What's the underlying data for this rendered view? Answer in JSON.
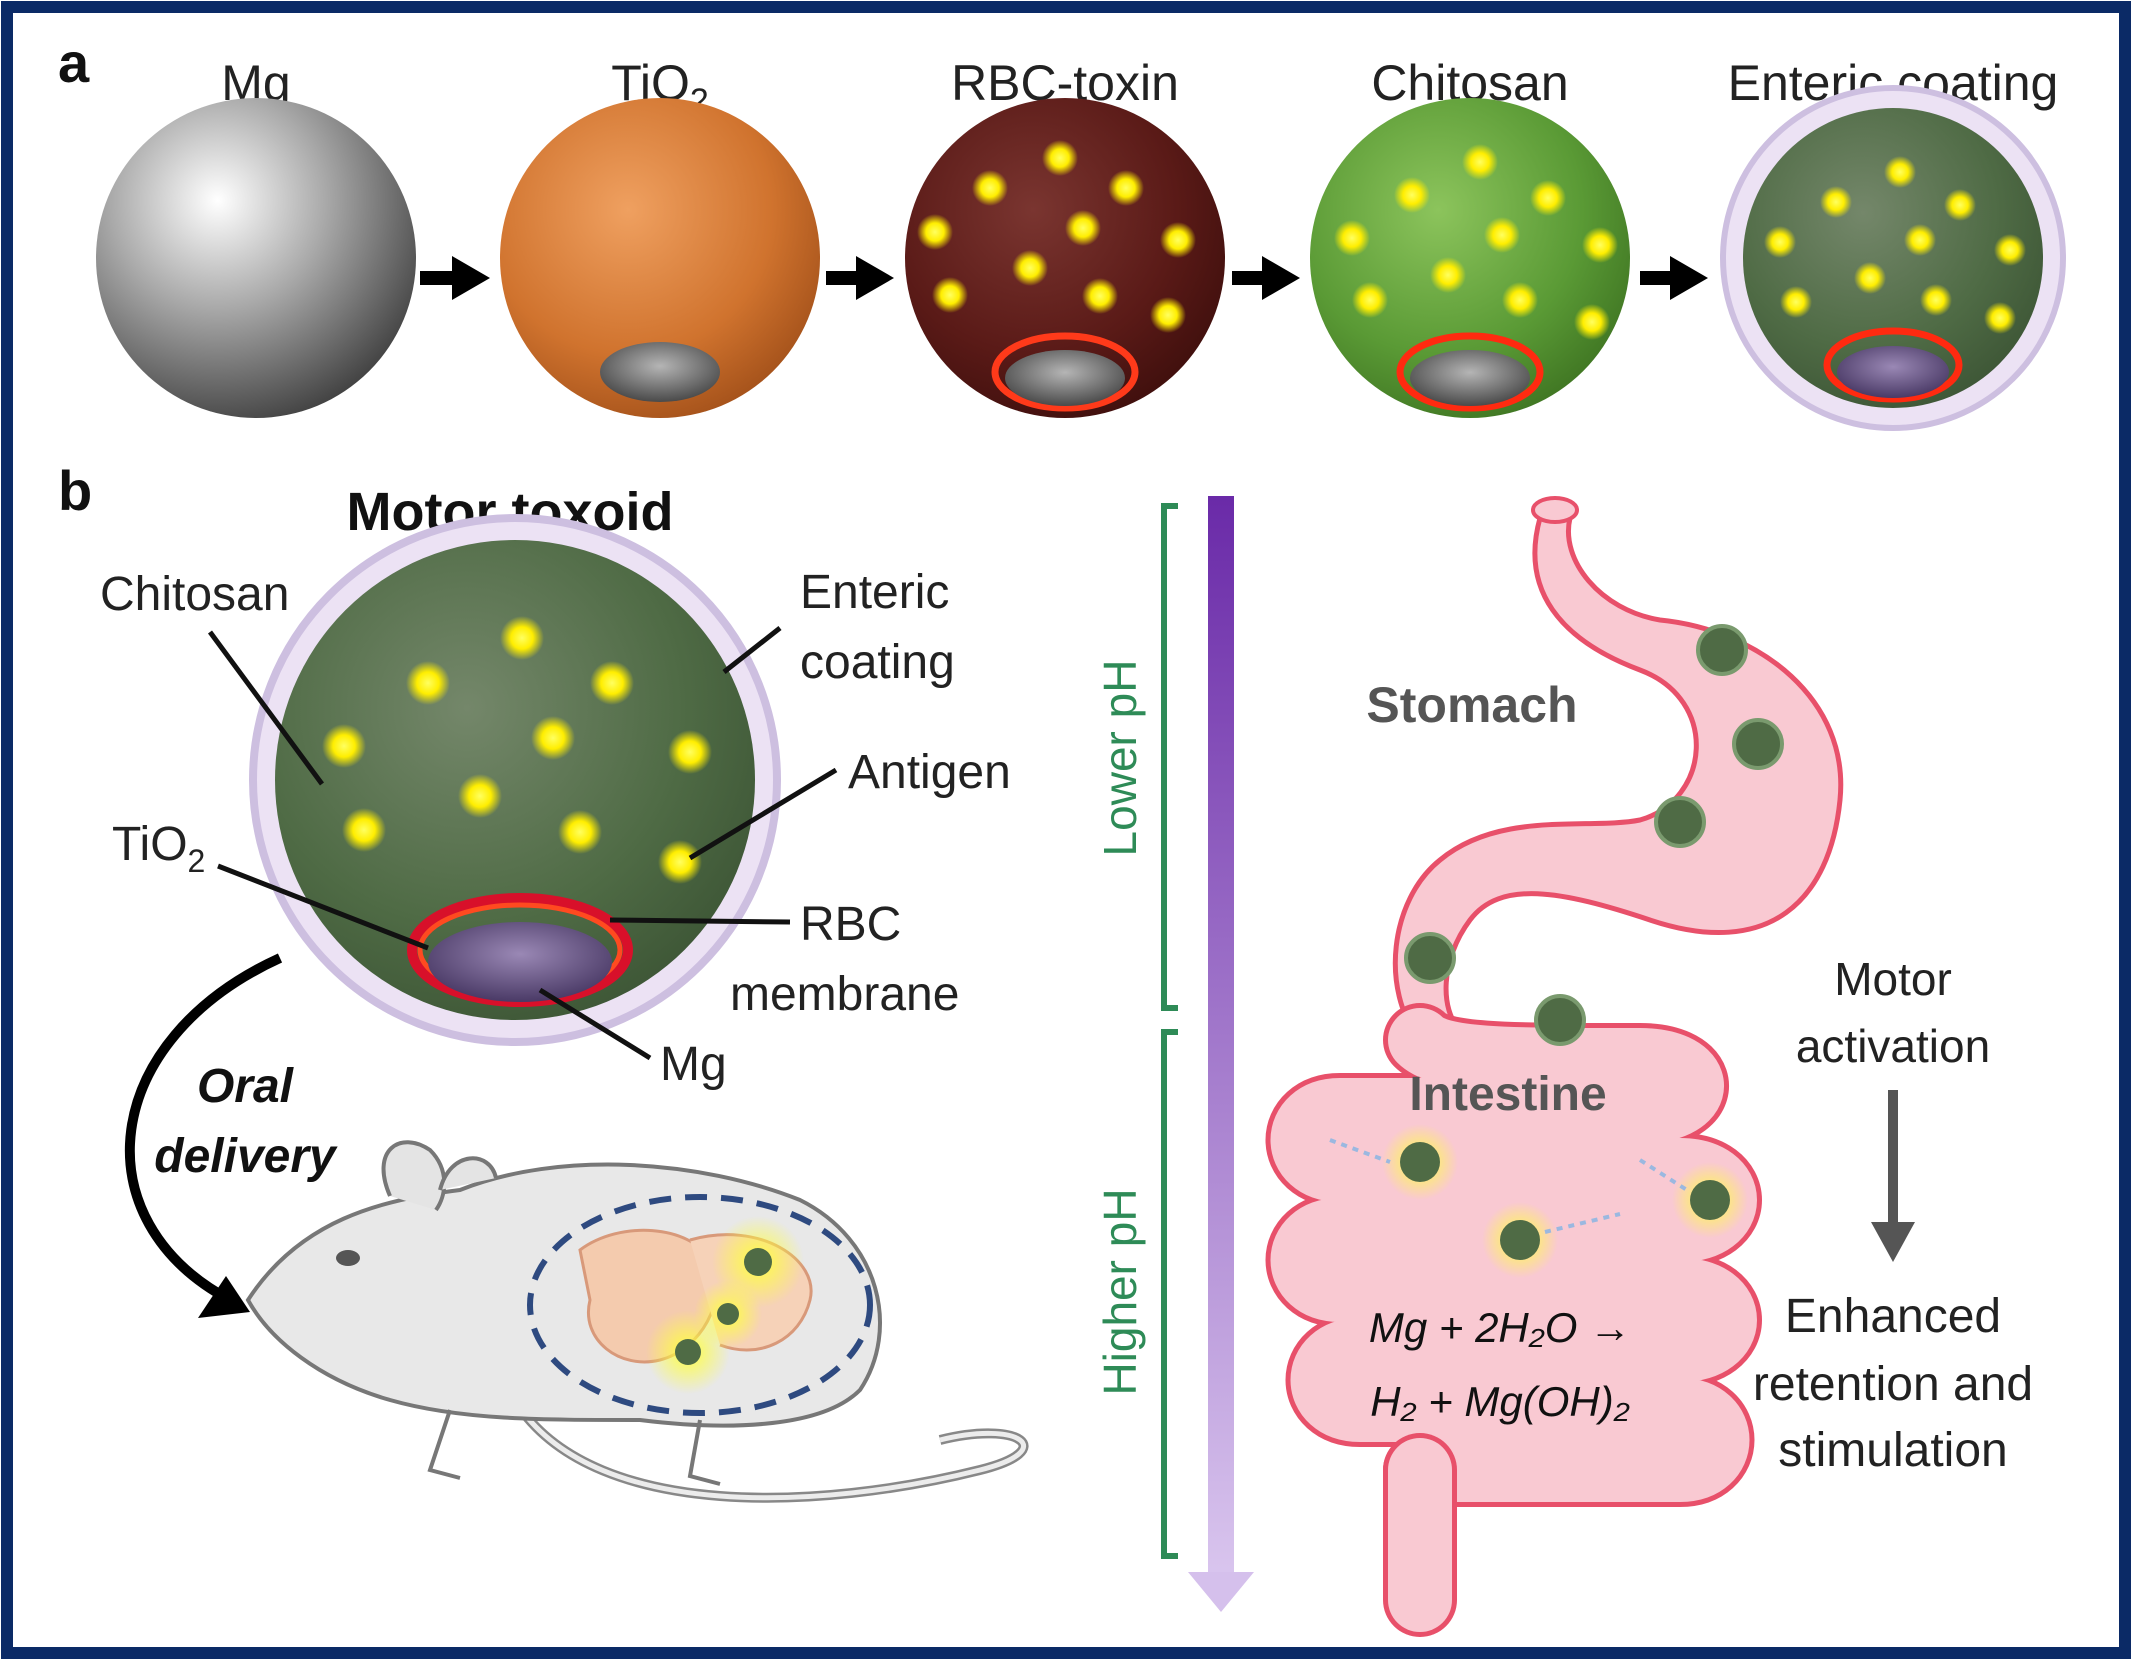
{
  "panel_a": {
    "label": "a",
    "steps": [
      {
        "label": "Mg",
        "sub": ""
      },
      {
        "label": "TiO",
        "sub": "2"
      },
      {
        "label": "RBC-toxin",
        "sub": ""
      },
      {
        "label": "Chitosan",
        "sub": ""
      },
      {
        "label": "Enteric coating",
        "sub": ""
      }
    ]
  },
  "panel_b": {
    "label": "b",
    "title": "Motor toxoid",
    "labels": {
      "chitosan": "Chitosan",
      "enteric_1": "Enteric",
      "enteric_2": "coating",
      "antigen": "Antigen",
      "tio2": "TiO",
      "tio2_sub": "2",
      "rbc_1": "RBC",
      "rbc_2": "membrane",
      "mg": "Mg"
    },
    "delivery_1": "Oral",
    "delivery_2": "delivery"
  },
  "ph": {
    "lower": "Lower pH",
    "higher": "Higher pH"
  },
  "gi": {
    "stomach": "Stomach",
    "intestine": "Intestine",
    "reaction_1": "Mg + 2H₂O →",
    "reaction_2": "H₂ + Mg(OH)₂"
  },
  "activation": {
    "line1": "Motor",
    "line2": "activation",
    "result1": "Enhanced",
    "result2": "retention and",
    "result3": "stimulation"
  },
  "colors": {
    "frame": "#0b2a66",
    "tio2": "#d0732e",
    "rbc": "#5a1a17",
    "chitosan": "#5a9a35",
    "coated": "#4f6b45",
    "coating": "#d8c9e6",
    "antigen": "#ffff20",
    "ph_arrow": "#7d3fbf",
    "ph_bracket": "#2e8b57",
    "gut_fill": "#f9c9d2",
    "gut_stroke": "#e8506a"
  }
}
